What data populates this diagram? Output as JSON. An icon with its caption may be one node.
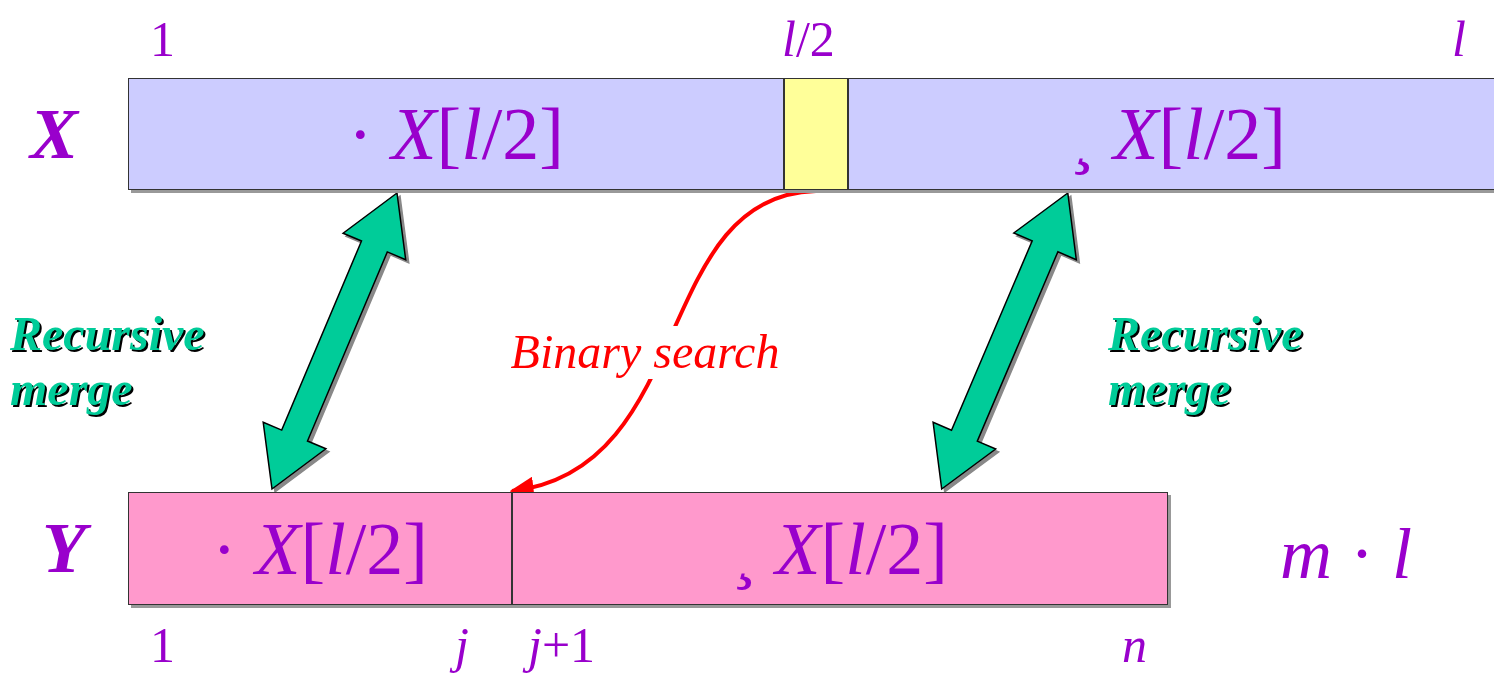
{
  "diagram": {
    "nodes": [
      {
        "text": [
          "· *X*[*l*/2]"
        ]
      },
      {
        "text": [],
        "shape": "box"
      },
      {
        "text": [
          "¸ *X*[*l*/2]"
        ]
      },
      {
        "text": [
          "· *X*[*l*/2]"
        ]
      },
      {
        "text": [
          "¸ *X*[*l*/2]"
        ]
      }
    ],
    "edges": [
      {
        "from": 0,
        "to": 3,
        "arrow": "both",
        "style": "thick",
        "label": "Recursive merge"
      },
      {
        "from": 1,
        "to": 3,
        "arrow": "to",
        "color": "#ff0000",
        "label": "Binary search"
      },
      {
        "from": 2,
        "to": 4,
        "arrow": "both",
        "style": "thick",
        "label": "Recursive merge"
      }
    ],
    "labels": [
      "1",
      "*l*/2",
      "l",
      "X",
      "Y",
      "*m* · *l*",
      "1",
      "j",
      "*j*+1",
      "n"
    ]
  }
}
